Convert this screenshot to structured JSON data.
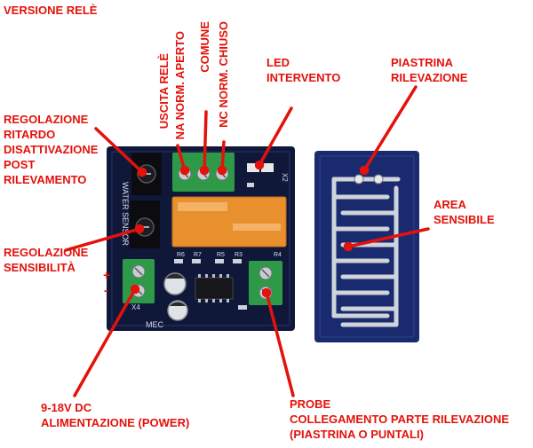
{
  "title": "VERSIONE RELÈ",
  "labels": {
    "delay": [
      "REGOLAZIONE",
      "RITARDO",
      "DISATTIVAZIONE",
      "POST",
      "RILEVAMENTO"
    ],
    "sensitivity": [
      "REGOLAZIONE",
      "SENSIBILITÀ"
    ],
    "relay_out": [
      "USCITA RELÈ",
      "NA NORM. APERTO"
    ],
    "common": "COMUNE",
    "nc": "NC NORM. CHIUSO",
    "led": [
      "LED",
      "INTERVENTO"
    ],
    "plate": [
      "PIASTRINA",
      "RILEVAZIONE"
    ],
    "area": [
      "AREA",
      "SENSIBILE"
    ],
    "power": [
      "9-18V DC",
      "ALIMENTAZIONE (POWER)"
    ],
    "probe": [
      "PROBE",
      "COLLEGAMENTO PARTE RILEVAZIONE",
      "(PIASTRINA O PUNTALI)"
    ],
    "plus": "+",
    "minus": "-"
  },
  "board_print": {
    "water_sensor": "WATER SENSOR",
    "x4": "X4",
    "x2": "X2",
    "mec": "MEC",
    "r6": "R6",
    "r7": "R7",
    "r5": "R5",
    "r3": "R3",
    "r4": "R4"
  },
  "colors": {
    "annotation": "#e3120b",
    "board": "#10183a",
    "plate": "#1a2a6e",
    "relay": "#e8902e",
    "terminal": "#2e9a48"
  }
}
